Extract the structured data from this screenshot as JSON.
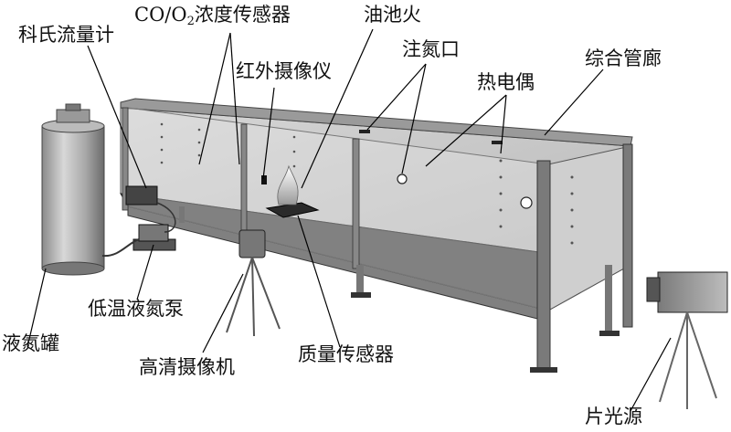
{
  "labels": {
    "flowmeter": "科氏流量计",
    "gas_sensor_pre": "CO/O",
    "gas_sensor_sub": "2",
    "gas_sensor_post": "浓度传感器",
    "pool_fire": "油池火",
    "infrared_camera": "红外摄像仪",
    "nitrogen_inlet": "注氮口",
    "thermocouple": "热电偶",
    "utility_tunnel": "综合管廊",
    "cryo_pump": "低温液氮泵",
    "ln2_tank": "液氮罐",
    "hd_camera": "高清摄像机",
    "mass_sensor": "质量传感器",
    "light_source": "片光源"
  },
  "colors": {
    "ink": "#111111",
    "steel": "#6e6e6e",
    "panel": "#c9c9c9",
    "floor": "#4a4a4a"
  }
}
